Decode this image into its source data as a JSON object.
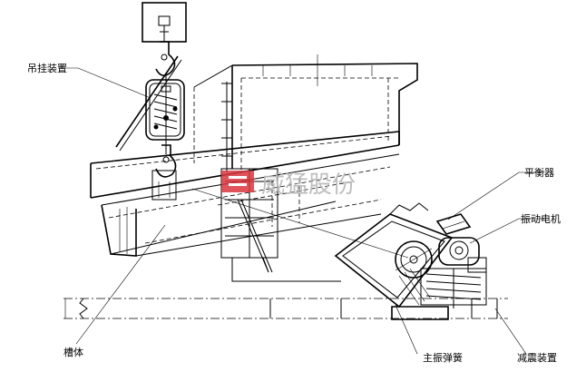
{
  "labels": {
    "hanging_device": "吊挂装置",
    "trough_body": "槽体",
    "balance_weight": "平衡器",
    "vibration_motor": "振动电机",
    "main_spring": "主振弹簧",
    "damping_device": "减震装置"
  },
  "watermark": {
    "text": "威猛股份",
    "color": "#d9363e"
  }
}
